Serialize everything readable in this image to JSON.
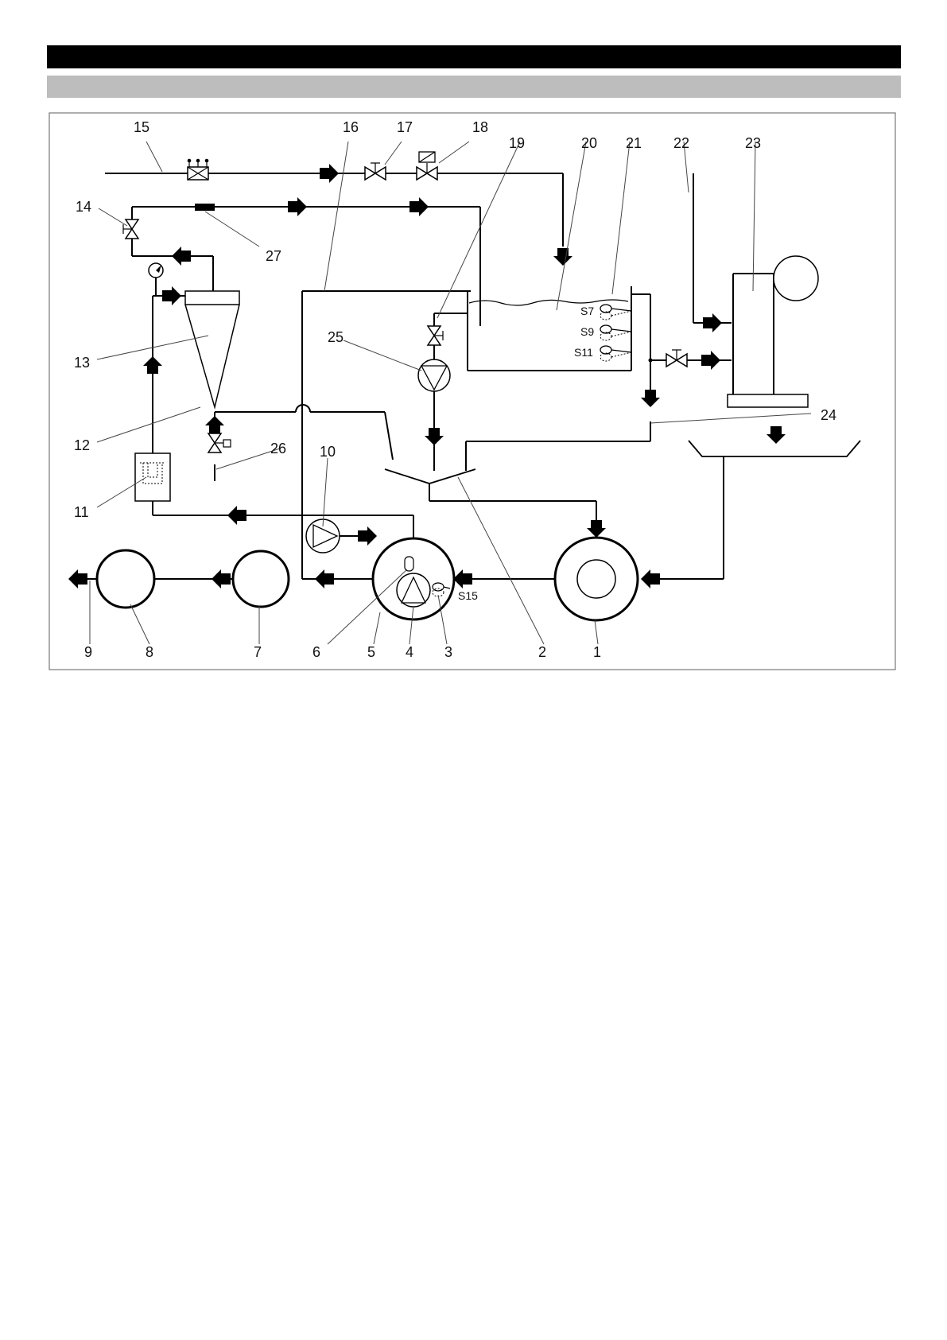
{
  "header": {
    "title": "",
    "subtitle": ""
  },
  "diagram": {
    "labels": [
      {
        "id": "15",
        "text": "15"
      },
      {
        "id": "16",
        "text": "16"
      },
      {
        "id": "17",
        "text": "17"
      },
      {
        "id": "18",
        "text": "18"
      },
      {
        "id": "19",
        "text": "19"
      },
      {
        "id": "20",
        "text": "20"
      },
      {
        "id": "21",
        "text": "21"
      },
      {
        "id": "22",
        "text": "22"
      },
      {
        "id": "23",
        "text": "23"
      },
      {
        "id": "14",
        "text": "14"
      },
      {
        "id": "27",
        "text": "27"
      },
      {
        "id": "25",
        "text": "25"
      },
      {
        "id": "13",
        "text": "13"
      },
      {
        "id": "24",
        "text": "24"
      },
      {
        "id": "12",
        "text": "12"
      },
      {
        "id": "26",
        "text": "26"
      },
      {
        "id": "10",
        "text": "10"
      },
      {
        "id": "11",
        "text": "11"
      },
      {
        "id": "9",
        "text": "9"
      },
      {
        "id": "8",
        "text": "8"
      },
      {
        "id": "7",
        "text": "7"
      },
      {
        "id": "6",
        "text": "6"
      },
      {
        "id": "5",
        "text": "5"
      },
      {
        "id": "4",
        "text": "4"
      },
      {
        "id": "3",
        "text": "3"
      },
      {
        "id": "2",
        "text": "2"
      },
      {
        "id": "1",
        "text": "1"
      }
    ],
    "sensors": {
      "s7": "S7",
      "s9": "S9",
      "s11": "S11",
      "s15": "S15"
    }
  }
}
